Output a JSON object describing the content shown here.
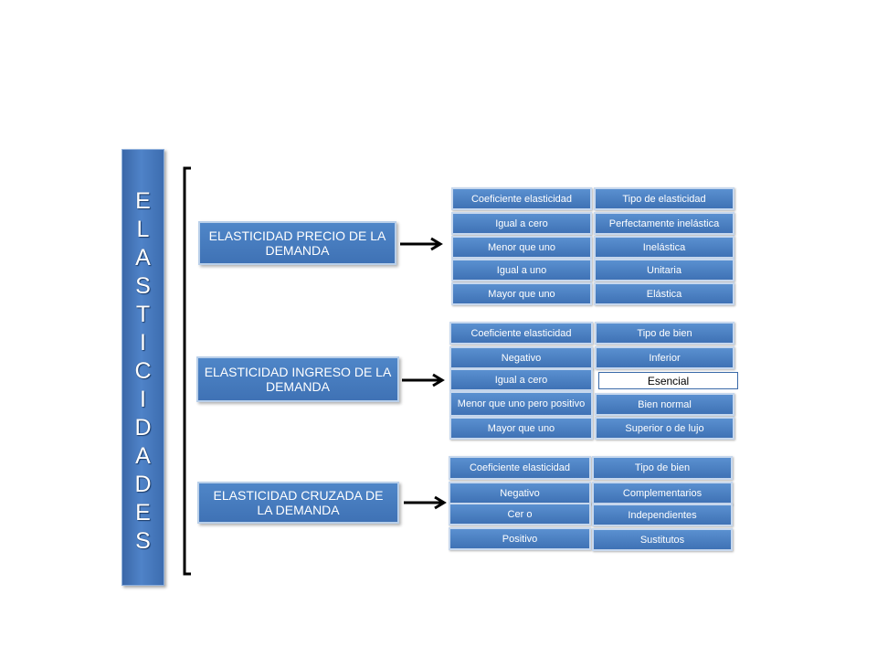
{
  "vertical_title": "ELASTICIDADES",
  "groups": [
    {
      "concept": "ELASTICIDAD PRECIO DE LA DEMANDA",
      "rows": [
        [
          "Coeficiente elasticidad",
          "Tipo de elasticidad"
        ],
        [
          "Igual a cero",
          "Perfectamente inelástica"
        ],
        [
          "Menor que uno",
          "Inelástica"
        ],
        [
          "Igual a uno",
          "Unitaria"
        ],
        [
          "Mayor que uno",
          "Elástica"
        ]
      ]
    },
    {
      "concept": "ELASTICIDAD INGRESO DE LA DEMANDA",
      "rows": [
        [
          "Coeficiente elasticidad",
          "Tipo de bien"
        ],
        [
          "Negativo",
          "Inferior"
        ],
        [
          "Igual a cero",
          "Esencial"
        ],
        [
          "Menor que uno pero positivo",
          "Bien normal"
        ],
        [
          "Mayor que uno",
          "Superior o de lujo"
        ]
      ]
    },
    {
      "concept": "ELASTICIDAD CRUZADA DE LA DEMANDA",
      "rows": [
        [
          "Coeficiente elasticidad",
          "Tipo de bien"
        ],
        [
          "Negativo",
          "Complementarios"
        ],
        [
          "Cer o",
          "Independientes"
        ],
        [
          "Positivo",
          "Sustitutos"
        ]
      ]
    }
  ],
  "colors": {
    "box_fill": "#4a7fc1",
    "box_border": "#c7d8ee",
    "text": "#ffffff",
    "arrow": "#000000"
  }
}
